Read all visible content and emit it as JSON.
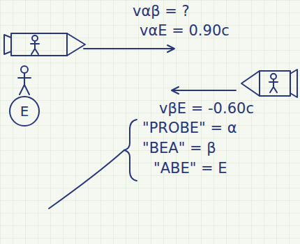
{
  "diagram": {
    "nodes": [
      {
        "text": [
          "E"
        ]
      }
    ],
    "edges": [],
    "labels": [
      "vαβ = ?",
      "vαE = 0.90c",
      "vβE = -0.60c",
      "\"PROBE\" = α",
      "\"BEA\" = β",
      "\"ABE\" = E"
    ]
  }
}
